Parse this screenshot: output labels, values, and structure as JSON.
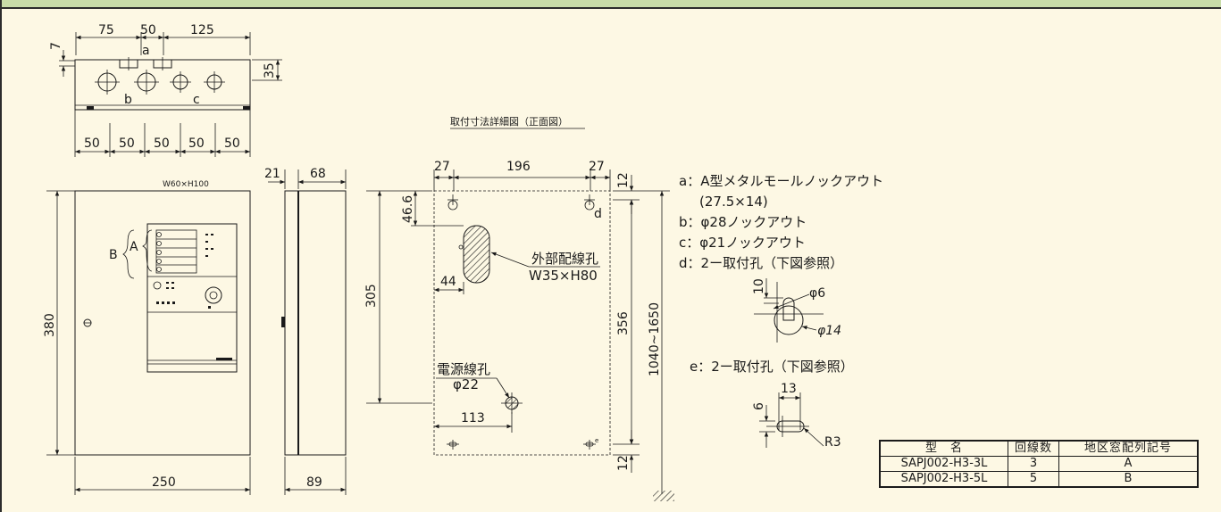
{
  "top_view": {
    "dims_top": [
      "75",
      "50",
      "125"
    ],
    "dim_left": "7",
    "dim_right": "35",
    "label_a": "a",
    "label_b": "b",
    "label_c": "c",
    "dims_bottom": [
      "50",
      "50",
      "50",
      "50",
      "50"
    ]
  },
  "front_view": {
    "window_label": "W60×H100",
    "dim_height": "380",
    "dim_width": "250",
    "bracket_A": "A",
    "bracket_B": "B"
  },
  "side_view": {
    "dim_21": "21",
    "dim_68": "68",
    "dim_89": "89"
  },
  "mount_detail": {
    "title": "取付寸法詳細図（正面図）",
    "dim_27_left": "27",
    "dim_196": "196",
    "dim_27_right": "27",
    "dim_12_top": "12",
    "dim_46_6": "46.6",
    "dim_305": "305",
    "dim_44": "44",
    "dim_356": "356",
    "dim_1040": "1040~1650",
    "dim_113": "113",
    "dim_12_bottom": "12",
    "ext_hole_label": "外部配線孔",
    "ext_hole_size": "W35×H80",
    "power_hole_label": "電源線孔",
    "power_hole_size": "φ22",
    "label_d": "d",
    "label_e": "e"
  },
  "legend": {
    "a_line1": "a：A型メタルモールノックアウト",
    "a_line2": "(27.5×14)",
    "b": "b：φ28ノックアウト",
    "c": "c：φ21ノックアウト",
    "d": "d：2ー取付孔（下図参照）",
    "e": "e：2ー取付孔（下図参照）"
  },
  "hole_detail_d": {
    "dim_10": "10",
    "dim_phi6": "φ6",
    "dim_phi14": "φ14"
  },
  "hole_detail_e": {
    "dim_13": "13",
    "dim_6": "6",
    "dim_r3": "R3"
  },
  "spec_table": {
    "headers": [
      "型　名",
      "回線数",
      "地区窓配列記号"
    ],
    "rows": [
      [
        "SAPJ002-H3-3L",
        "3",
        "A"
      ],
      [
        "SAPJ002-H3-5L",
        "5",
        "B"
      ]
    ]
  },
  "colors": {
    "background": "#fdf8e4",
    "header": "#c8dca8",
    "line": "#1a1a1a"
  }
}
